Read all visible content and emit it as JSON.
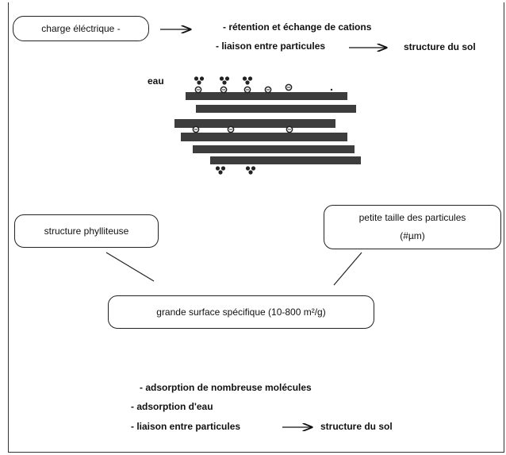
{
  "top_box": {
    "label": "charge éléctrique -"
  },
  "top_effects": {
    "line1": "- rétention et échange de cations",
    "line2": "- liaison entre particules",
    "line2_result": "structure du sol"
  },
  "clay_diagram": {
    "water_label": "eau"
  },
  "left_box": {
    "label": "structure phylliteuse"
  },
  "right_box": {
    "line1": "petite taille des particules",
    "line2": "(#µm)"
  },
  "center_box": {
    "label": "grande surface spécifique (10-800 m²/g)"
  },
  "bottom_effects": {
    "line1": "- adsorption de nombreuse molécules",
    "line2": "- adsorption d'eau",
    "line3": "- liaison entre particules",
    "line3_result": "structure du sol"
  }
}
